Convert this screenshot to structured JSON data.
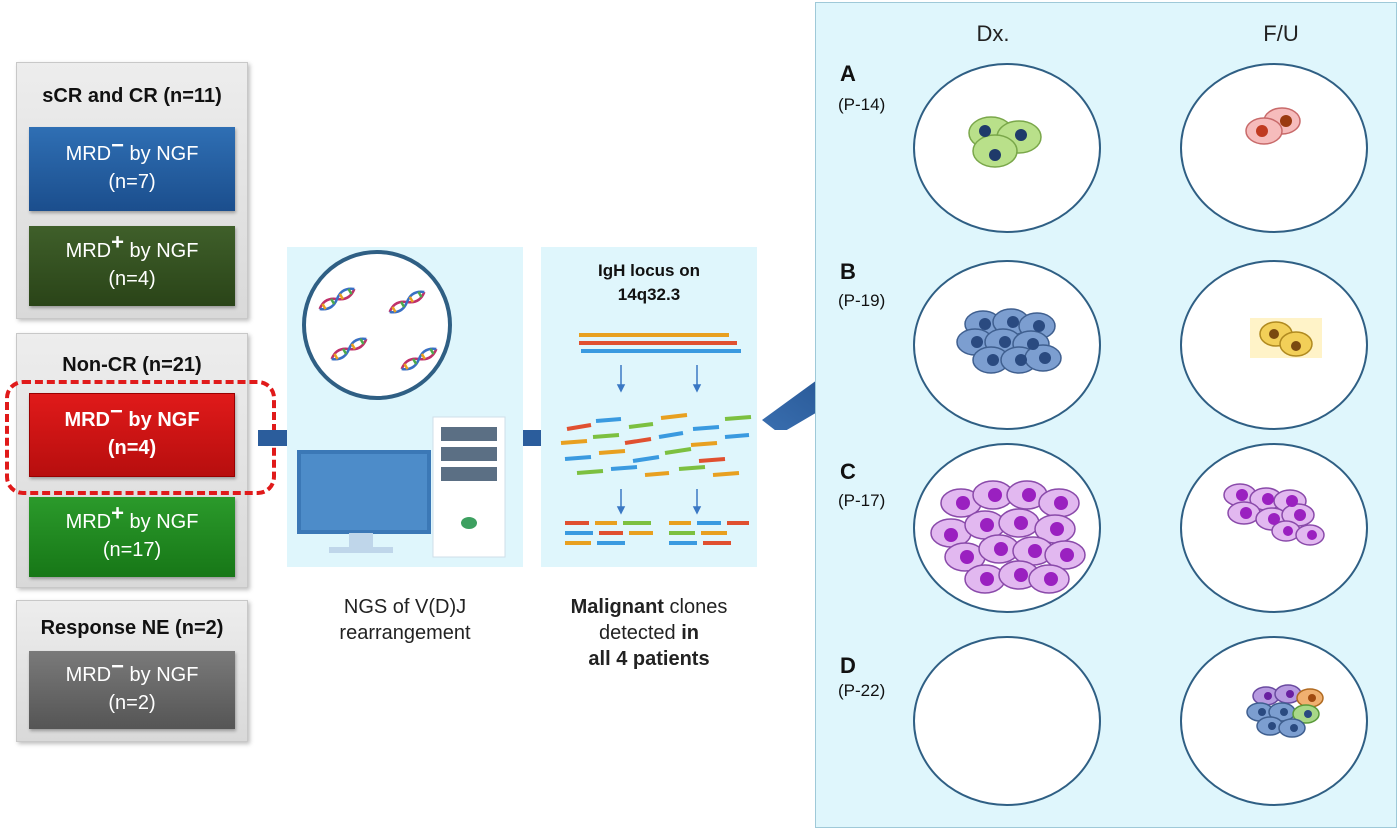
{
  "groups": [
    {
      "title": "sCR and CR (n=11)",
      "boxes": [
        {
          "line1": "MRD",
          "sign": "−",
          "line1b": " by NGF",
          "line2": "(n=7)"
        },
        {
          "line1": "MRD",
          "sign": "+",
          "line1b": " by NGF",
          "line2": "(n=4)"
        }
      ]
    },
    {
      "title": "Non-CR (n=21)",
      "boxes": [
        {
          "line1": "MRD",
          "sign": "−",
          "line1b": " by NGF",
          "line2": "(n=4)"
        },
        {
          "line1": "MRD",
          "sign": "+",
          "line1b": " by NGF",
          "line2": "(n=17)"
        }
      ]
    },
    {
      "title": "Response NE (n=2)",
      "boxes": [
        {
          "line1": "MRD",
          "sign": "−",
          "line1b": " by NGF",
          "line2": "(n=2)"
        }
      ]
    }
  ],
  "ngs_caption": {
    "line1": "NGS of V(D)J",
    "line2": "rearrangement"
  },
  "igh_panel": {
    "title1": "IgH locus on",
    "title2": "14q32.3"
  },
  "malignant_caption": {
    "bold1": "Malignant",
    "rest1": " clones",
    "line2a": "detected ",
    "line2b": "in",
    "line3": "all 4 patients"
  },
  "columns": {
    "dx": "Dx.",
    "fu": "F/U"
  },
  "rows": [
    {
      "letter": "A",
      "patient": "(P-14)"
    },
    {
      "letter": "B",
      "patient": "(P-19)"
    },
    {
      "letter": "C",
      "patient": "(P-17)"
    },
    {
      "letter": "D",
      "patient": "(P-22)"
    }
  ],
  "colors": {
    "blue": "#2f6fb4",
    "dark_green": "#3f5f2a",
    "red": "#e01a1a",
    "green": "#2b9a2b",
    "gray": "#6b6b6b",
    "panel": "#dff6fc",
    "arrow": "#2b5d9c"
  }
}
